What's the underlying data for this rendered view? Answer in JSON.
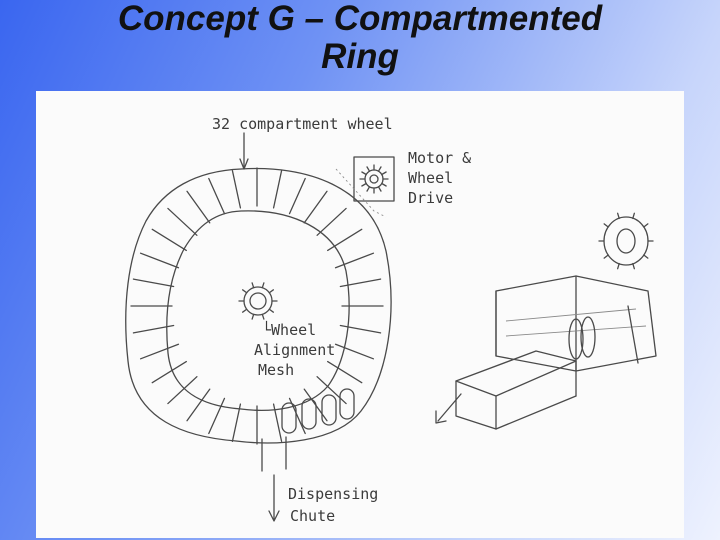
{
  "slide": {
    "title_line1": "Concept G – Compartmented",
    "title_line2": "Ring"
  },
  "sketch": {
    "labels": {
      "compartment_wheel": "32 compartment wheel",
      "motor_line1": "Motor &",
      "motor_line2": "Wheel",
      "motor_line3": "Drive",
      "alignment_line1": "└Wheel",
      "alignment_line2": "Alignment",
      "alignment_line3": "Mesh",
      "chute_line1": "Dispensing",
      "chute_line2": "Chute"
    }
  }
}
